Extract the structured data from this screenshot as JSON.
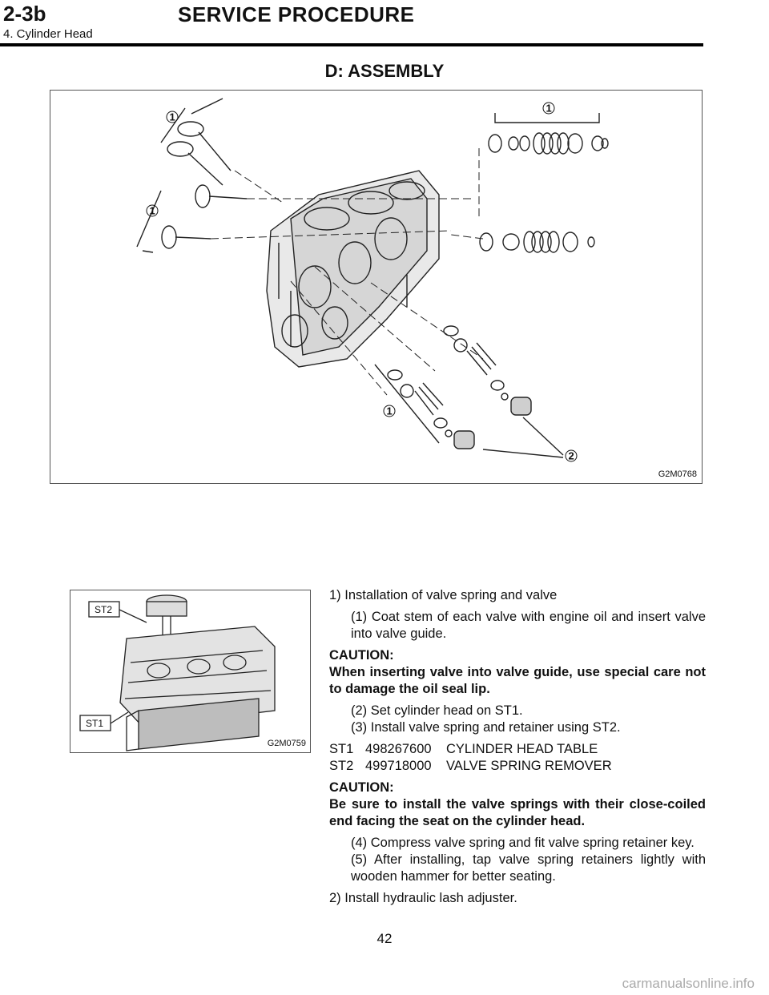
{
  "header": {
    "code": "2-3b",
    "title": "SERVICE PROCEDURE",
    "subtitle": "4. Cylinder Head"
  },
  "section_title": "D: ASSEMBLY",
  "figure1": {
    "code": "G2M0768",
    "callouts": [
      "1",
      "1",
      "1",
      "1",
      "2"
    ]
  },
  "figure2": {
    "code": "G2M0759",
    "labels": [
      "ST2",
      "ST1"
    ]
  },
  "steps": {
    "s1": "1)  Installation of valve spring and valve",
    "s1_1": "(1)  Coat stem of each valve with engine oil and insert valve into valve guide.",
    "caution1_head": "CAUTION:",
    "caution1_body": "When inserting valve into valve guide, use special care not to damage the oil seal lip.",
    "s1_2": "(2)  Set cylinder head on ST1.",
    "s1_3": "(3)  Install valve spring and retainer using ST2.",
    "tools": [
      {
        "id": "ST1",
        "part": "498267600",
        "name": "CYLINDER HEAD TABLE"
      },
      {
        "id": "ST2",
        "part": "499718000",
        "name": "VALVE SPRING REMOVER"
      }
    ],
    "caution2_head": "CAUTION:",
    "caution2_body": "Be sure to install the valve springs with their close-coiled end facing the seat on the cylinder head.",
    "s1_4": "(4)  Compress valve spring and fit valve spring retainer key.",
    "s1_5": "(5)  After installing, tap valve spring retainers lightly with wooden hammer for better seating.",
    "s2": "2)  Install hydraulic lash adjuster."
  },
  "page_number": "42",
  "watermark": "carmanualsonline.info"
}
